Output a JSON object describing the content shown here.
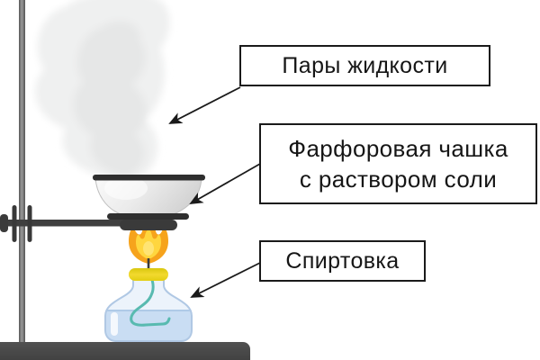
{
  "labels": {
    "vapor": {
      "text": "Пары жидкости"
    },
    "dish": {
      "line1": "Фарфоровая чашка",
      "line2": "с раствором соли"
    },
    "lamp": {
      "text": "Спиртовка"
    }
  },
  "apparatus": {
    "parts": [
      "lab-stand",
      "clamp",
      "porcelain-dish",
      "support-ring",
      "burner-flame",
      "wick",
      "spirit-lamp-bottle",
      "fuel-liquid",
      "wick-tube",
      "vapor-plume"
    ],
    "colors": {
      "outline": "#1a1a1a",
      "metal_dark": "#3a3a3a",
      "rod_gray": "#808080",
      "dish_gray": "#e6e6e6",
      "flame_outer": "#f6a31c",
      "flame_inner": "#ffd63e",
      "cap_yellow": "#e9d216",
      "glass_blue": "#ecf3fb",
      "liquid_blue": "#c9ddf3",
      "tube_teal": "#58bab0",
      "smoke_gray": "#ebebeb"
    }
  }
}
